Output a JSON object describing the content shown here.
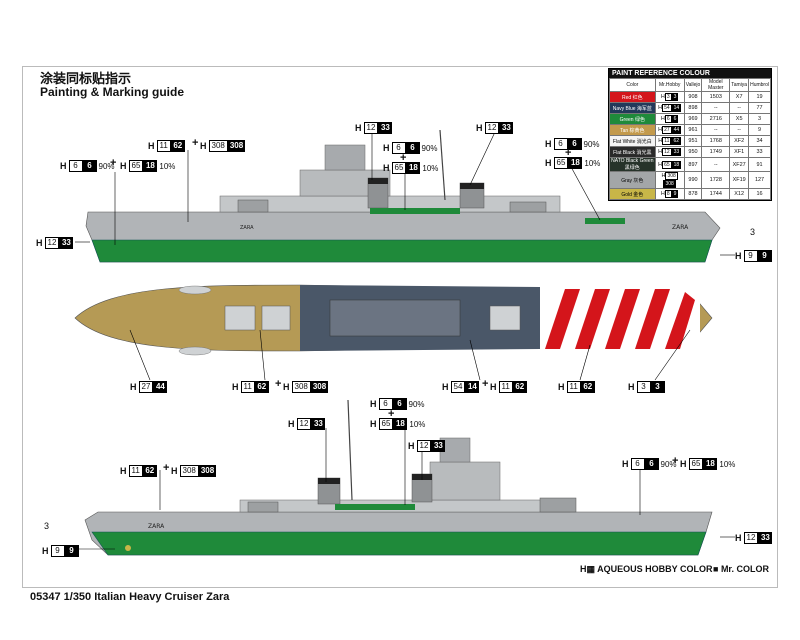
{
  "header": {
    "title_cn": "涂装同标贴指示",
    "title_en": "Painting & Marking guide"
  },
  "footer": {
    "product": "05347 1/350 Italian Heavy Cruiser Zara"
  },
  "legend": {
    "aqueous": "AQUEOUS HOBBY COLOR",
    "mr": "Mr. COLOR"
  },
  "ship_name": "ZARA",
  "reference_table": {
    "title": "PAINT REFERENCE COLOUR",
    "columns": [
      "Color",
      "Mr.Hobby",
      "Vallejo",
      "Model Master",
      "Tamiya",
      "Humbrol"
    ],
    "rows": [
      {
        "name": "Red",
        "cn": "红色",
        "swatch": "#d4151b",
        "h": "3",
        "m": "3",
        "vallejo": "908",
        "mm": "1503",
        "tamiya": "X7",
        "humbrol": "19",
        "light": false
      },
      {
        "name": "Navy Blue",
        "cn": "海军蓝",
        "swatch": "#23395a",
        "h": "54",
        "m": "14",
        "vallejo": "898",
        "mm": "--",
        "tamiya": "--",
        "humbrol": "77",
        "light": false
      },
      {
        "name": "Green",
        "cn": "绿色",
        "swatch": "#1f8a3a",
        "h": "6",
        "m": "6",
        "vallejo": "969",
        "mm": "2716",
        "tamiya": "X5",
        "humbrol": "3",
        "light": false
      },
      {
        "name": "Tan",
        "cn": "棕黄色",
        "swatch": "#c39a4c",
        "h": "27",
        "m": "44",
        "vallejo": "961",
        "mm": "--",
        "tamiya": "--",
        "humbrol": "9",
        "light": false
      },
      {
        "name": "Flat White",
        "cn": "消光白",
        "swatch": "#f4f4f4",
        "h": "11",
        "m": "62",
        "vallejo": "951",
        "mm": "1768",
        "tamiya": "XF2",
        "humbrol": "34",
        "light": true
      },
      {
        "name": "Flat Black",
        "cn": "消光黑",
        "swatch": "#2a2a2a",
        "h": "12",
        "m": "33",
        "vallejo": "950",
        "mm": "1749",
        "tamiya": "XF1",
        "humbrol": "33",
        "light": false
      },
      {
        "name": "NATO Black Green",
        "cn": "黑绿色",
        "swatch": "#26332a",
        "h": "65",
        "m": "18",
        "vallejo": "897",
        "mm": "--",
        "tamiya": "XF27",
        "humbrol": "91",
        "light": false
      },
      {
        "name": "Gray",
        "cn": "灰色",
        "swatch": "#a3a6a8",
        "h": "308",
        "m": "308",
        "vallejo": "990",
        "mm": "1728",
        "tamiya": "XF19",
        "humbrol": "127",
        "light": true
      },
      {
        "name": "Gold",
        "cn": "金色",
        "swatch": "#c8b648",
        "h": "8",
        "m": "9",
        "vallejo": "878",
        "mm": "1744",
        "tamiya": "X12",
        "humbrol": "16",
        "light": true
      }
    ]
  },
  "labels": {
    "side1_h6_pct": "90%",
    "side1_h65_pct": "10%",
    "mid_h6_pct": "90%",
    "mid_h65_pct": "10%",
    "right_h6_pct": "90%",
    "right_h65_pct": "10%",
    "lower_h6_pct": "90%",
    "lower_h65_pct": "10%",
    "lower_right_h6_pct": "90%",
    "lower_right_h65_pct": "10%",
    "three": "3"
  },
  "colors": {
    "hull_green": "#1f8a3a",
    "gray": "#a7aaad",
    "deck_tan": "#b59a55",
    "navy": "#4a5768",
    "red": "#d4151b"
  }
}
